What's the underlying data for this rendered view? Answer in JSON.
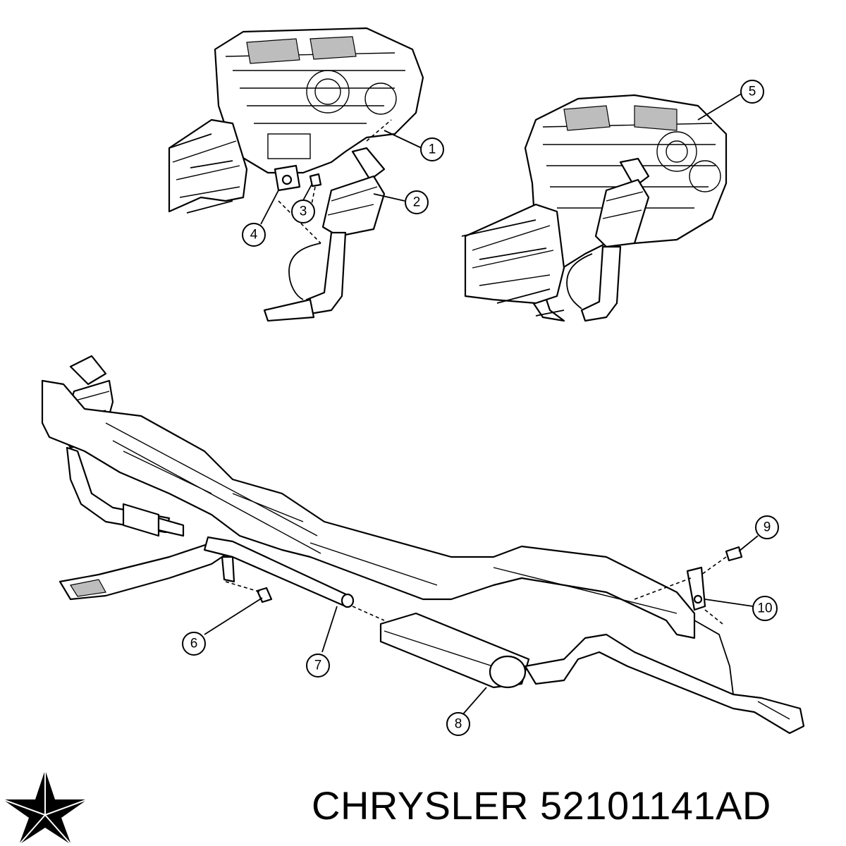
{
  "caption": {
    "brand": "CHRYSLER",
    "part_number": "52101141AD"
  },
  "logo": {
    "name": "chrysler-pentastar-logo",
    "color": "#000000"
  },
  "callouts": [
    {
      "label": "1",
      "part": "exhaust-gasket"
    },
    {
      "label": "2",
      "part": "catalytic-converter"
    },
    {
      "label": "3",
      "part": "bolt"
    },
    {
      "label": "4",
      "part": "bracket"
    },
    {
      "label": "5",
      "part": "engine-assembly"
    },
    {
      "label": "6",
      "part": "bolt"
    },
    {
      "label": "7",
      "part": "exhaust-pipe"
    },
    {
      "label": "8",
      "part": "muffler"
    },
    {
      "label": "9",
      "part": "bolt"
    },
    {
      "label": "10",
      "part": "hanger-bracket"
    }
  ],
  "colors": {
    "line": "#000000",
    "background": "#ffffff",
    "shading": "#bdbdbd"
  }
}
